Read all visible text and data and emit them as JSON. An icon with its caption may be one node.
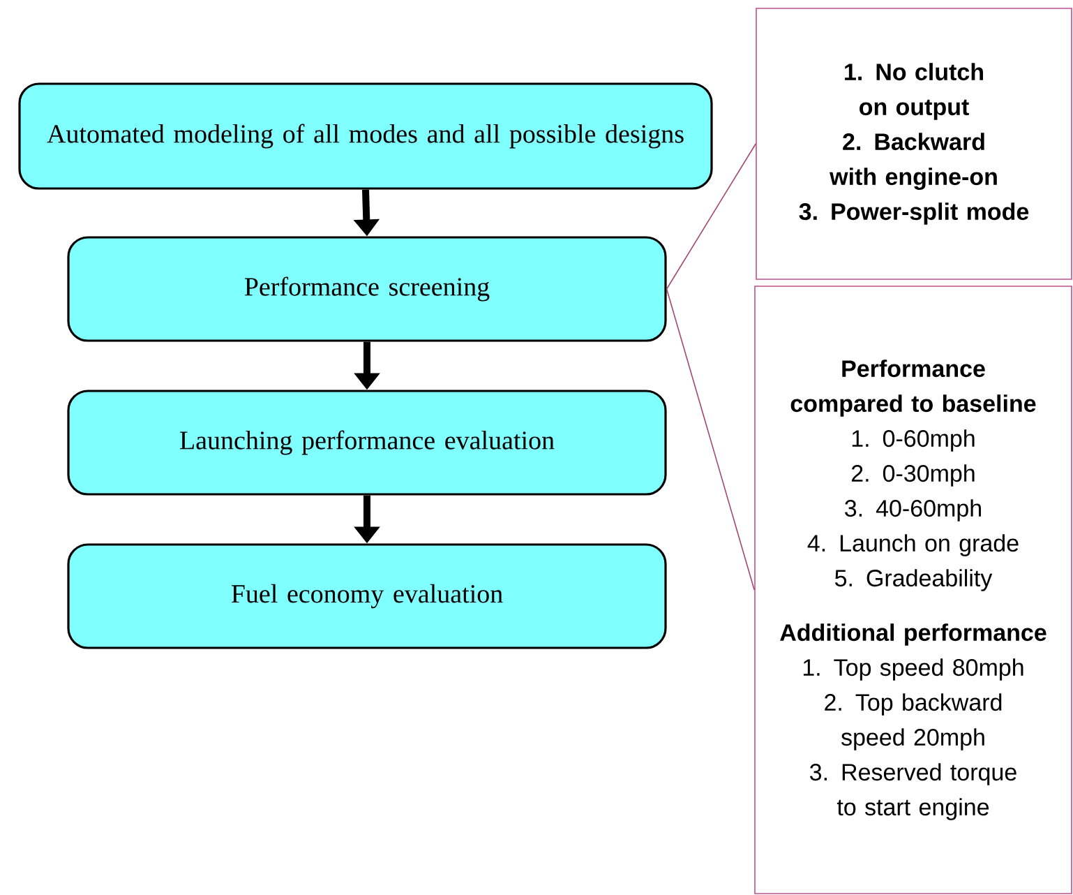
{
  "diagram": {
    "nodes": [
      {
        "text": [
          "Automated modeling of all modes and all possible designs"
        ]
      },
      {
        "text": [
          "Performance screening"
        ]
      },
      {
        "text": [
          "Launching performance evaluation"
        ]
      },
      {
        "text": [
          "Fuel economy evaluation"
        ]
      },
      {
        "text": [
          "1. No clutch on output",
          "2. Backward with engine-on",
          "3. Power-split mode"
        ]
      },
      {
        "text": [
          "Performance compared to baseline",
          "1. 0-60mph",
          "2. 0-30mph",
          "3. 40-60mph",
          "4. Launch on grade",
          "5. Gradeability",
          "Additional performance",
          "1. Top speed 80mph",
          "2. Top backward speed 20mph",
          "3. Reserved torque to start engine"
        ]
      }
    ],
    "edges": [
      {
        "from": 0,
        "to": 1,
        "arrow": "to"
      },
      {
        "from": 1,
        "to": 2,
        "arrow": "to"
      },
      {
        "from": 2,
        "to": 3,
        "arrow": "to"
      },
      {
        "from": 1,
        "to": 4,
        "arrow": "none",
        "color": "#a3476f"
      },
      {
        "from": 1,
        "to": 5,
        "arrow": "none",
        "color": "#a3476f"
      }
    ]
  }
}
